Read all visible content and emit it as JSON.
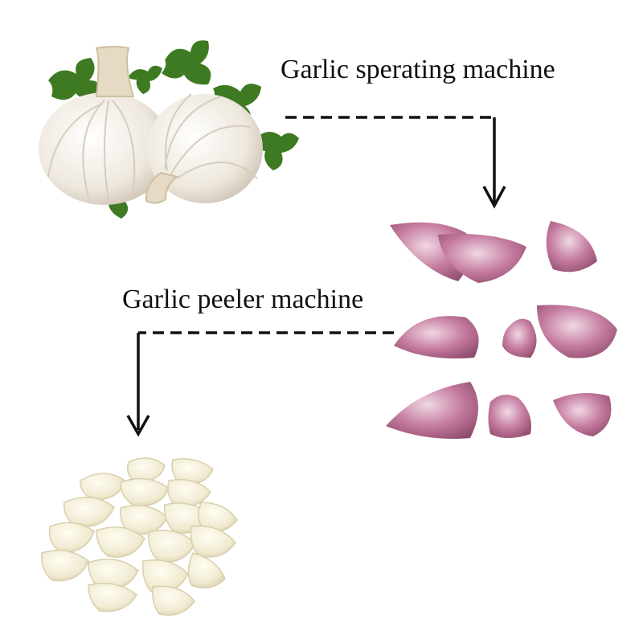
{
  "steps": [
    {
      "label": "Garlic sperating machine"
    },
    {
      "label": "Garlic peeler machine"
    }
  ],
  "colors": {
    "background": "#ffffff",
    "text": "#111111",
    "arrow": "#111111",
    "bulb": "#f1ede6",
    "bulb_shade": "#d9d1c4",
    "parsley": "#3d7a22",
    "clove_skin": "#b9668f",
    "clove_light": "#e7c3d5",
    "peeled_clove": "#f4f0dc",
    "peeled_shade": "#e3dcc0"
  },
  "icons": [
    "garlic-bulbs-image",
    "garlic-cloves-image",
    "peeled-garlic-image"
  ]
}
